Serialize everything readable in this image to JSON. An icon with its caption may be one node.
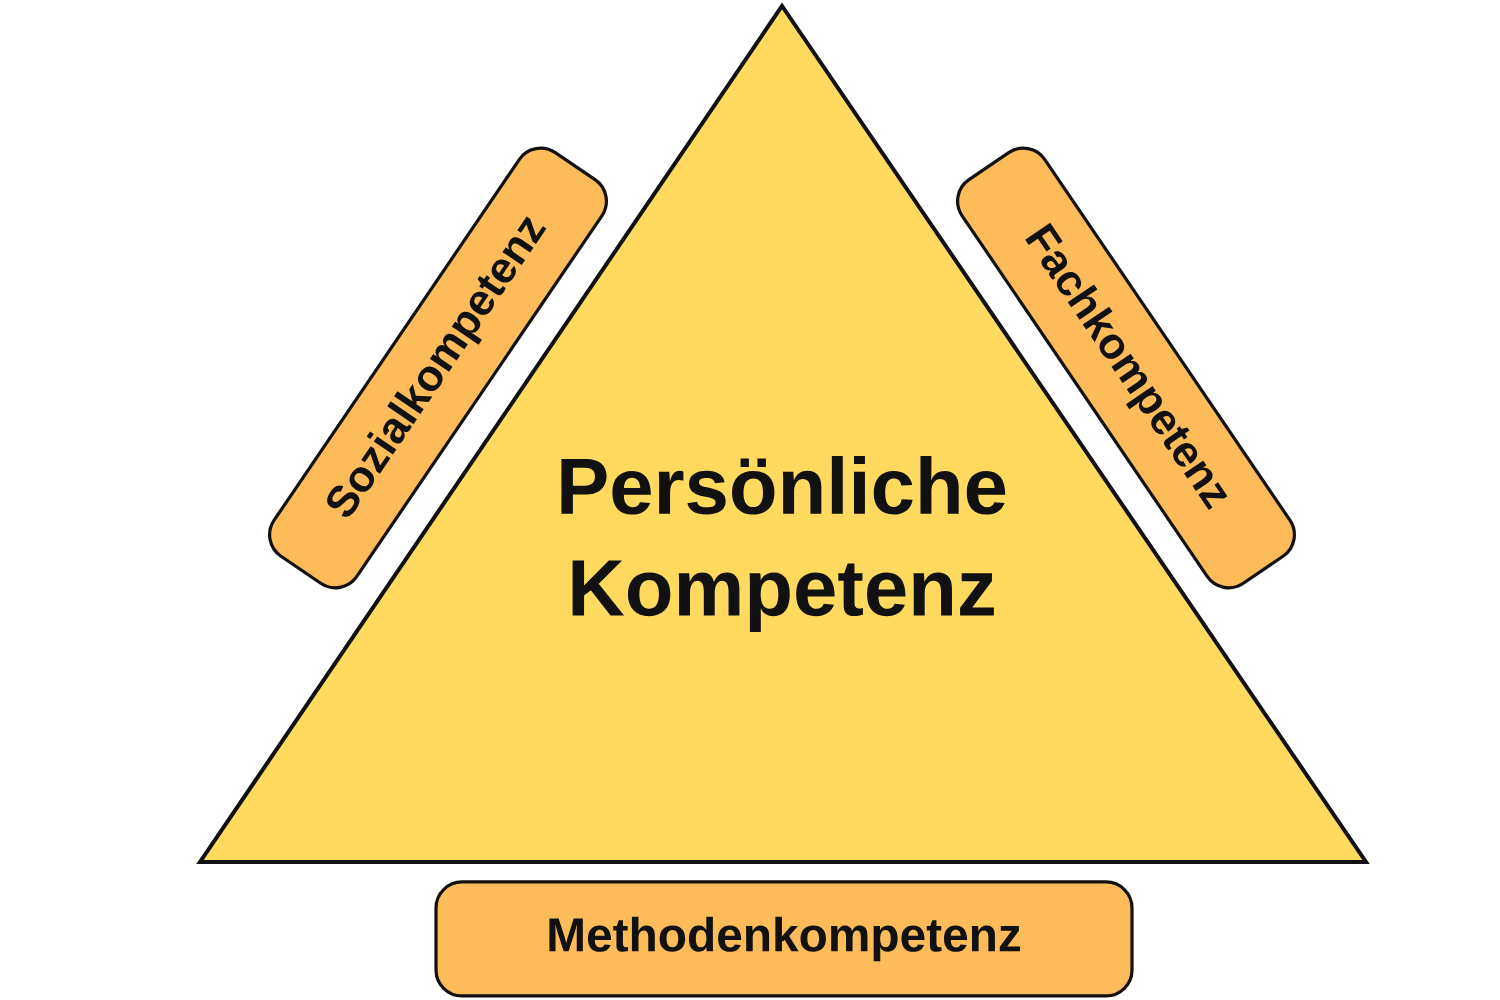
{
  "diagram": {
    "nodes": [
      {
        "text": [
          "Persönliche Kompetenz"
        ]
      },
      {
        "text": [
          "Sozialkompetenz"
        ]
      },
      {
        "text": [
          "Fachkompetenz"
        ]
      },
      {
        "text": [
          "Methodenkompetenz"
        ]
      }
    ]
  }
}
